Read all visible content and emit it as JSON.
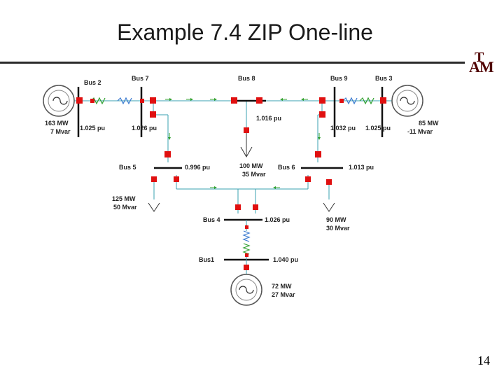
{
  "slide": {
    "title": "Example 7.4 ZIP One-line",
    "page_number": "14",
    "logo_text": "ATM"
  },
  "buses": {
    "bus2": "Bus 2",
    "bus7": "Bus 7",
    "bus8": "Bus 8",
    "bus9": "Bus 9",
    "bus3": "Bus 3",
    "bus5": "Bus 5",
    "bus6": "Bus 6",
    "bus4": "Bus 4",
    "bus1": "Bus1"
  },
  "voltages": {
    "bus2": "1.025 pu",
    "bus7": "1.026 pu",
    "bus8": "1.016 pu",
    "bus9": "1.032 pu",
    "bus3": "1.025 pu",
    "bus5": "0.996 pu",
    "bus6": "1.013 pu",
    "bus4": "1.026 pu",
    "bus1": "1.040 pu"
  },
  "generators": {
    "gen2_mw": "163 MW",
    "gen2_mvar": "7 Mvar",
    "gen3_mw": "85 MW",
    "gen3_mvar": "-11 Mvar",
    "gen1_mw": "72 MW",
    "gen1_mvar": "27 Mvar"
  },
  "loads": {
    "load5_mw": "125 MW",
    "load5_mvar": "50 Mvar",
    "load8_mw": "100 MW",
    "load8_mvar": "35 Mvar",
    "load6_mw": "90 MW",
    "load6_mvar": "30 Mvar"
  },
  "colors": {
    "line": "#3aa0b0",
    "breaker": "#e01010",
    "bus": "#111111",
    "flow_arrow": "#30a030",
    "xfmr": "#3a7ad0"
  }
}
